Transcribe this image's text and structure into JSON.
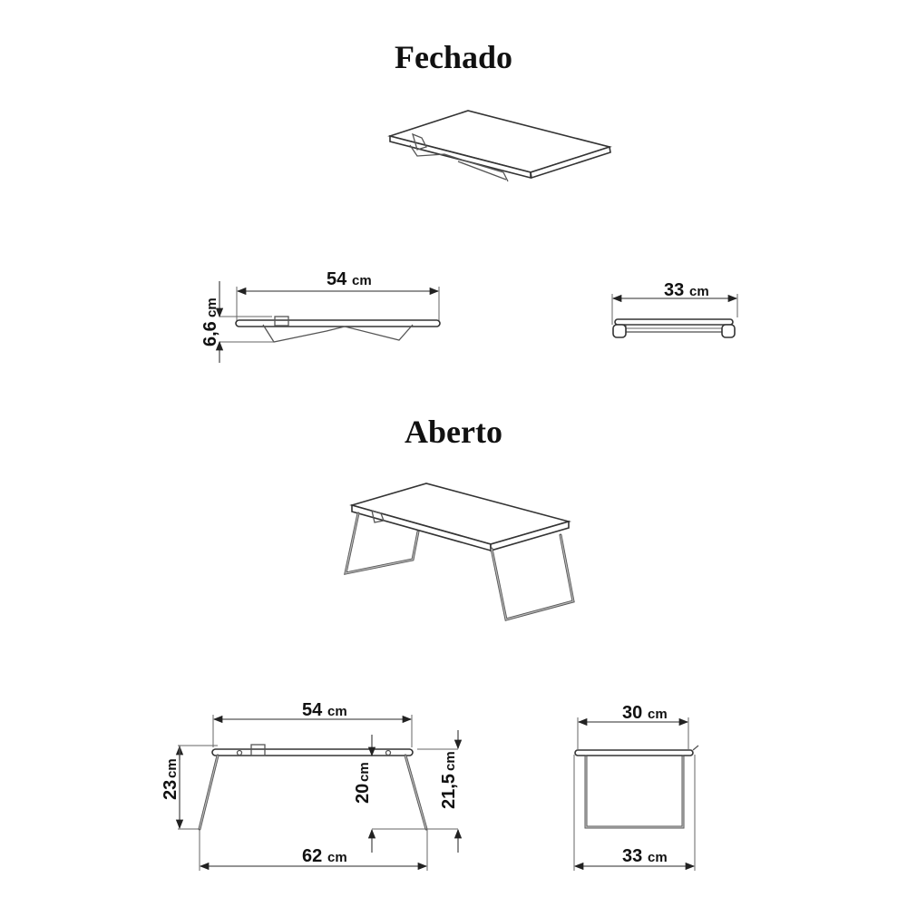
{
  "sections": {
    "closed": {
      "title": "Fechado"
    },
    "open": {
      "title": "Aberto"
    }
  },
  "dimensions": {
    "closed_side": {
      "length": "54",
      "length_unit": "cm",
      "height": "6,6",
      "height_unit": "cm"
    },
    "closed_front": {
      "width": "33",
      "width_unit": "cm"
    },
    "open_side": {
      "top_length": "54",
      "top_length_unit": "cm",
      "base_length": "62",
      "base_length_unit": "cm",
      "total_height": "23",
      "total_height_unit": "cm",
      "under_clearance": "20",
      "under_clearance_unit": "cm",
      "leg_height": "21,5",
      "leg_height_unit": "cm"
    },
    "open_front": {
      "top_width": "30",
      "top_width_unit": "cm",
      "base_width": "33",
      "base_width_unit": "cm"
    }
  },
  "colors": {
    "ink": "#111111",
    "line": "#555555",
    "background": "#ffffff"
  }
}
